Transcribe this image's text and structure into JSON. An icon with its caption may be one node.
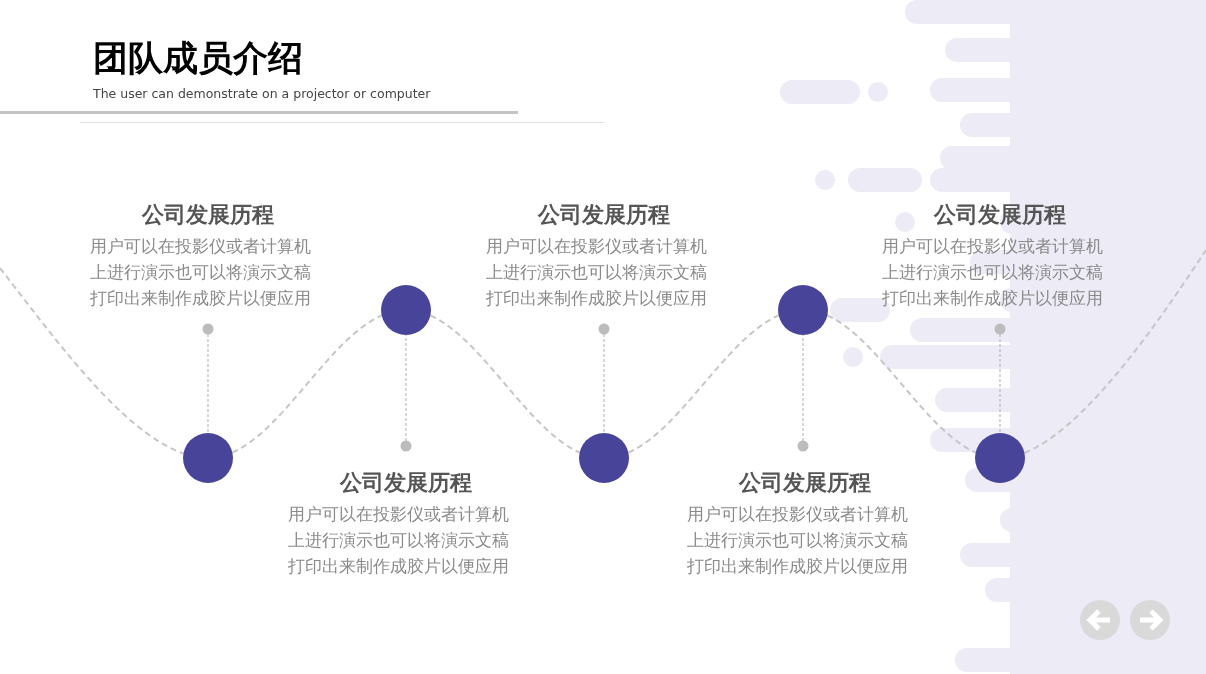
{
  "diagram": {
    "title": "团队成员介绍",
    "nodes": [
      {
        "text": [
          "公司发展历程",
          "用户可以在投影仪或者计算机上进行演示也可以将演示文稿打印出来制作成胶片以便应用"
        ]
      },
      {
        "text": [],
        "shape": "circle"
      },
      {
        "text": [],
        "shape": "circle"
      },
      {
        "text": [
          "公司发展历程",
          "用户可以在投影仪或者计算机上进行演示也可以将演示文稿打印出来制作成胶片以便应用"
        ]
      },
      {
        "text": [
          "公司发展历程",
          "用户可以在投影仪或者计算机上进行演示也可以将演示文稿打印出来制作成胶片以便应用"
        ]
      },
      {
        "text": [],
        "shape": "circle"
      },
      {
        "text": [],
        "shape": "circle"
      },
      {
        "text": [
          "公司发展历程",
          "用户可以在投影仪或者计算机上进行演示也可以将演示文稿打印出来制作成胶片以便应用"
        ]
      },
      {
        "text": [
          "公司发展历程",
          "用户可以在投影仪或者计算机上进行演示也可以将演示文稿打印出来制作成胶片以便应用"
        ]
      },
      {
        "text": [],
        "shape": "circle"
      }
    ],
    "edges": [
      {
        "from": null,
        "to": 1,
        "arrow": "none",
        "style": "dashed"
      },
      {
        "from": 1,
        "to": 2,
        "arrow": "none",
        "style": "dashed"
      },
      {
        "from": 2,
        "to": 5,
        "arrow": "none",
        "style": "dashed"
      },
      {
        "from": 5,
        "to": 6,
        "arrow": "none",
        "style": "dashed"
      },
      {
        "from": 6,
        "to": 9,
        "arrow": "none",
        "style": "dashed"
      },
      {
        "from": 9,
        "to": null,
        "arrow": "none",
        "style": "dashed"
      },
      {
        "from": 0,
        "to": 1,
        "arrow": "other",
        "style": "dashed"
      },
      {
        "from": 3,
        "to": 2,
        "arrow": "other",
        "style": "dashed"
      },
      {
        "from": 4,
        "to": 5,
        "arrow": "other",
        "style": "dashed"
      },
      {
        "from": 7,
        "to": 6,
        "arrow": "other",
        "style": "dashed"
      },
      {
        "from": 8,
        "to": 9,
        "arrow": "other",
        "style": "dashed"
      }
    ],
    "labels": [
      "The user can demonstrate on a projector or computer"
    ]
  }
}
